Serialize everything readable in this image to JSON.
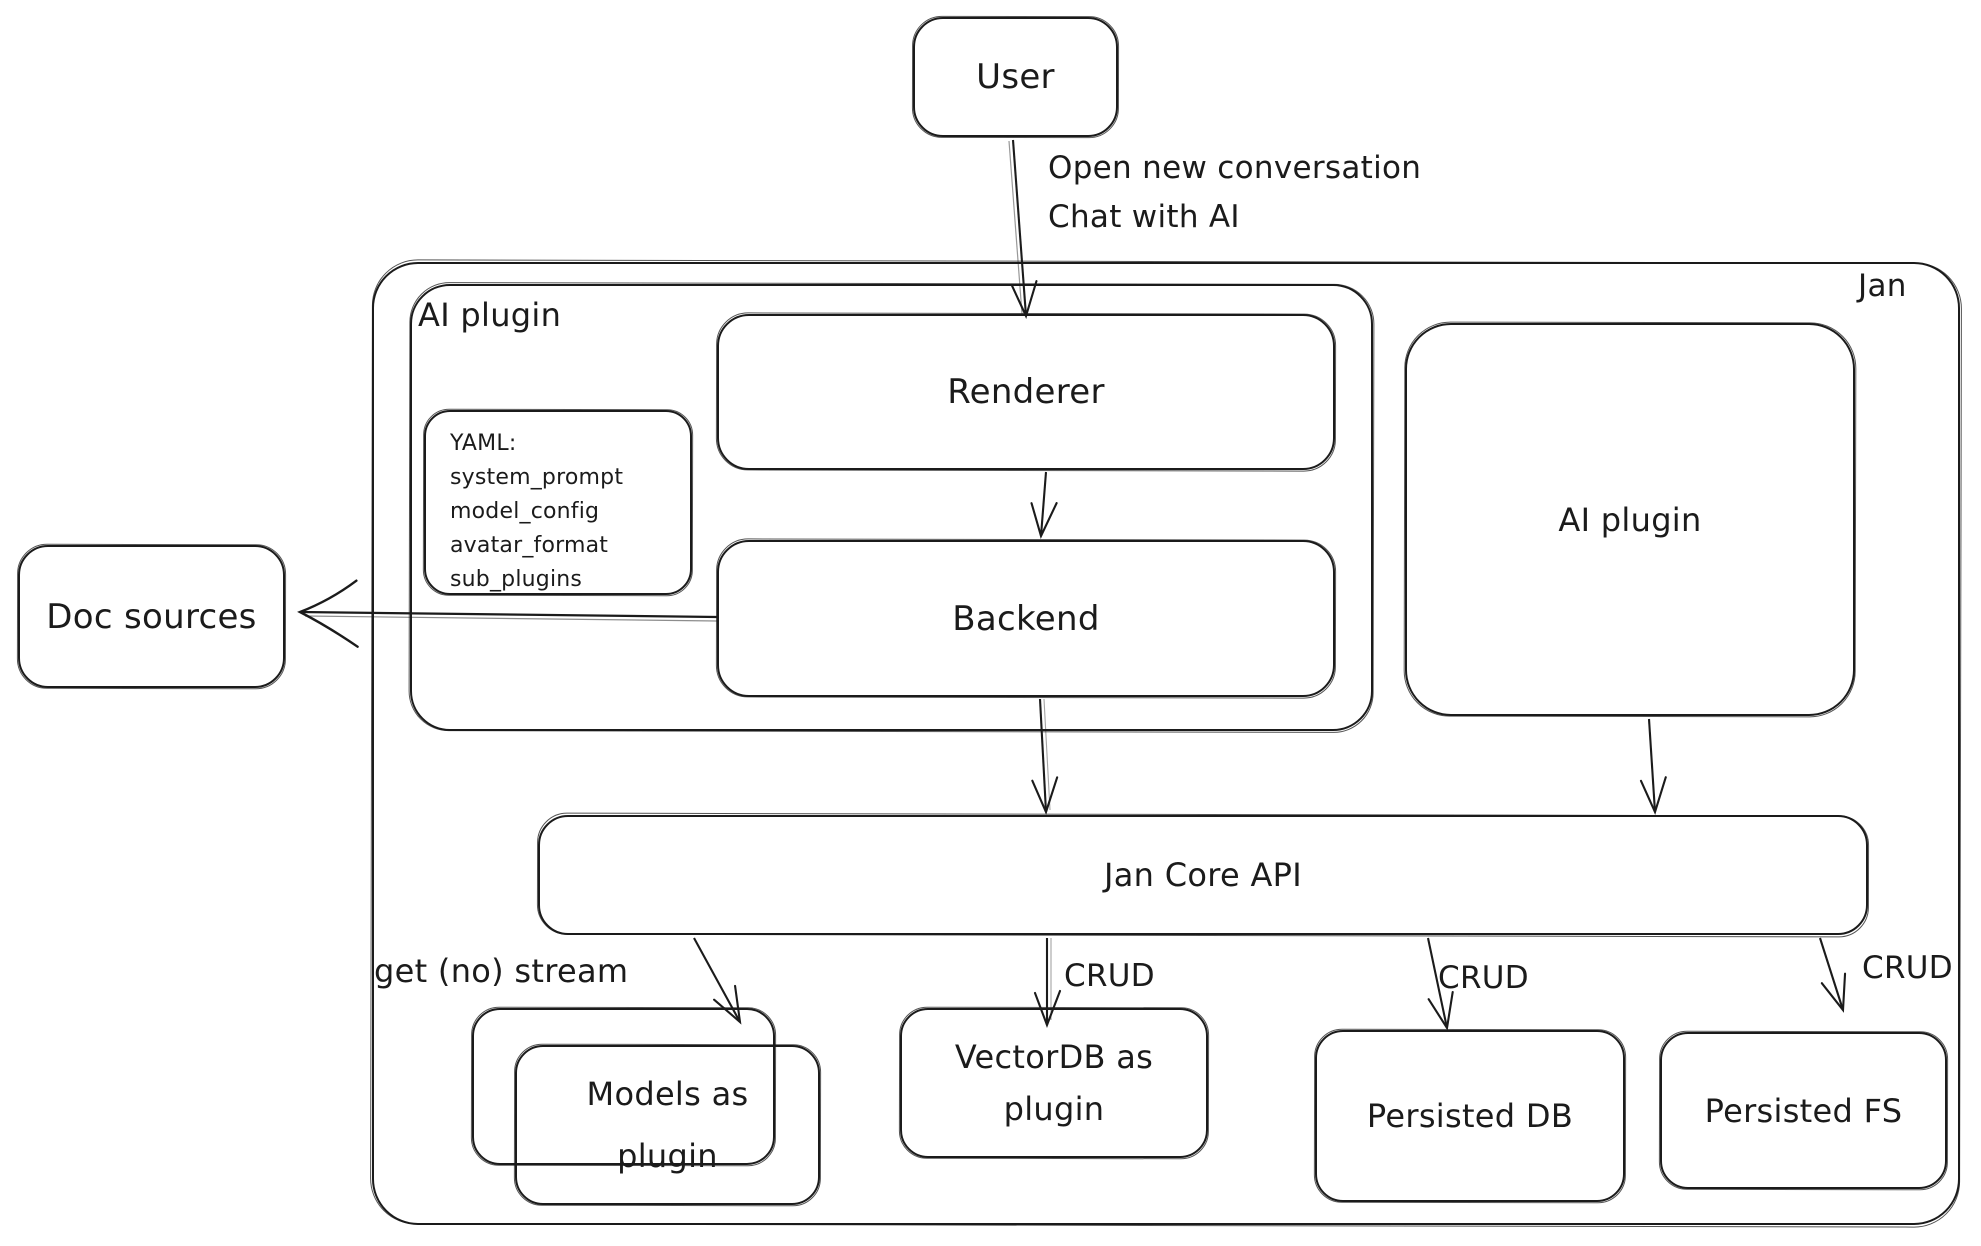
{
  "diagram": {
    "background": "#ffffff",
    "stroke_color": "#1b1b1b",
    "outer_group_label": "Jan",
    "nodes": {
      "user": "User",
      "ai_plugin_group": "AI plugin",
      "yaml_note": {
        "lines": [
          "YAML:",
          "system_prompt",
          "model_config",
          "avatar_format",
          "sub_plugins"
        ]
      },
      "renderer": "Renderer",
      "backend": "Backend",
      "ai_plugin": "AI plugin",
      "doc_sources": "Doc sources",
      "jan_core_api": "Jan Core API",
      "models_plugin": {
        "line1": "Models as",
        "line2": "plugin"
      },
      "vectordb_plugin": {
        "line1": "VectorDB as",
        "line2": "plugin"
      },
      "persisted_db": "Persisted DB",
      "persisted_fs": "Persisted FS"
    },
    "edge_labels": {
      "open_conversation_line1": "Open new conversation",
      "open_conversation_line2": "Chat with AI",
      "get_no_stream": "get (no) stream",
      "crud": "CRUD"
    }
  }
}
